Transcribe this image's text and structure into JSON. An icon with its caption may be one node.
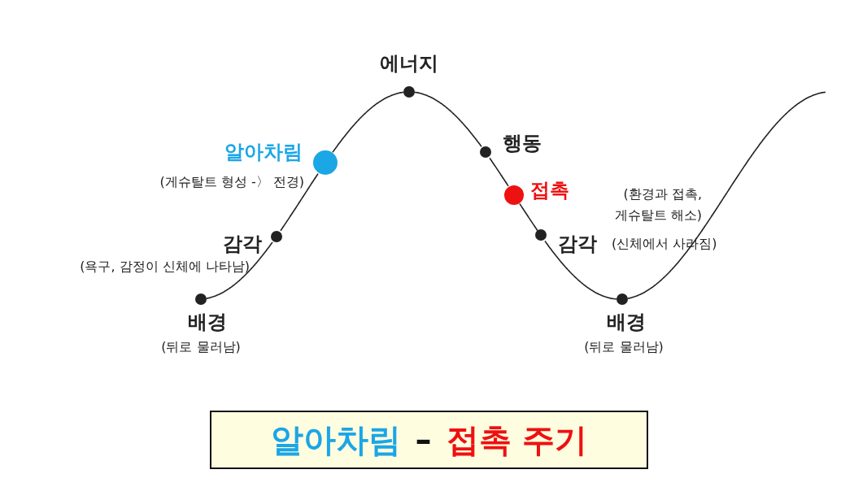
{
  "diagram": {
    "nodes": [
      {
        "text": [],
        "shape": "circle",
        "beside": [
          "배경",
          "(뒤로 물러남)"
        ]
      },
      {
        "text": [],
        "shape": "circle",
        "beside": [
          "감각",
          "(욕구, 감정이 신체에 나타남)"
        ]
      },
      {
        "text": [],
        "shape": "circle",
        "beside": [
          "알아차림",
          "(게슈탈트 형성 -〉 전경)"
        ]
      },
      {
        "text": [],
        "shape": "circle",
        "beside": [
          "에너지"
        ]
      },
      {
        "text": [],
        "shape": "circle",
        "beside": [
          "행동"
        ]
      },
      {
        "text": [],
        "shape": "circle",
        "beside": [
          "접촉",
          "(환경과 접촉, 게슈탈트 해소)"
        ]
      },
      {
        "text": [],
        "shape": "circle",
        "beside": [
          "감각",
          "(신체에서 사라짐)"
        ]
      },
      {
        "text": [],
        "shape": "circle",
        "beside": [
          "배경",
          "(뒤로 물러남)"
        ]
      },
      {
        "text": [
          "알아차림",
          "–",
          "접촉 주기"
        ]
      }
    ],
    "edges": [
      {
        "from": 0,
        "to": 1,
        "arrow": "none"
      },
      {
        "from": 1,
        "to": 2,
        "arrow": "none"
      },
      {
        "from": 2,
        "to": 3,
        "arrow": "none"
      },
      {
        "from": 3,
        "to": 4,
        "arrow": "none"
      },
      {
        "from": 4,
        "to": 5,
        "arrow": "none"
      },
      {
        "from": 5,
        "to": 6,
        "arrow": "none"
      },
      {
        "from": 6,
        "to": 7,
        "arrow": "none"
      },
      {
        "from": 7,
        "to": null,
        "arrow": "none"
      }
    ]
  }
}
